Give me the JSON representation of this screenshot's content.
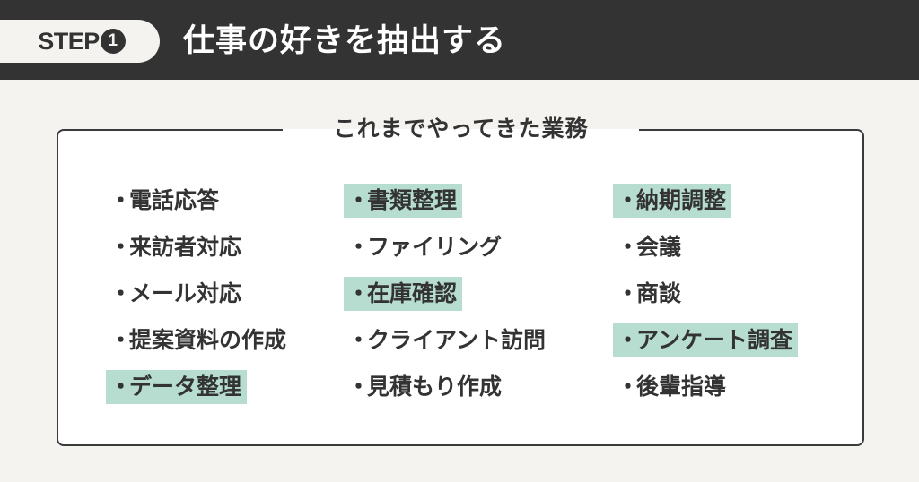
{
  "header": {
    "step_label": "STEP",
    "step_number": "1",
    "title": "仕事の好きを抽出する"
  },
  "box": {
    "title": "これまでやってきた業務",
    "bullet": "・",
    "highlight_color": "#b6ddd0",
    "columns": [
      [
        {
          "label": "電話応答",
          "highlighted": false
        },
        {
          "label": "来訪者対応",
          "highlighted": false
        },
        {
          "label": "メール対応",
          "highlighted": false
        },
        {
          "label": "提案資料の作成",
          "highlighted": false
        },
        {
          "label": "データ整理",
          "highlighted": true
        }
      ],
      [
        {
          "label": "書類整理",
          "highlighted": true
        },
        {
          "label": "ファイリング",
          "highlighted": false
        },
        {
          "label": "在庫確認",
          "highlighted": true
        },
        {
          "label": "クライアント訪問",
          "highlighted": false
        },
        {
          "label": "見積もり作成",
          "highlighted": false
        }
      ],
      [
        {
          "label": "納期調整",
          "highlighted": true
        },
        {
          "label": "会議",
          "highlighted": false
        },
        {
          "label": "商談",
          "highlighted": false
        },
        {
          "label": "アンケート調査",
          "highlighted": true
        },
        {
          "label": "後輩指導",
          "highlighted": false
        }
      ]
    ]
  },
  "colors": {
    "header_bg": "#333333",
    "page_bg": "#f4f3ef",
    "text": "#333333",
    "highlight": "#b6ddd0"
  }
}
